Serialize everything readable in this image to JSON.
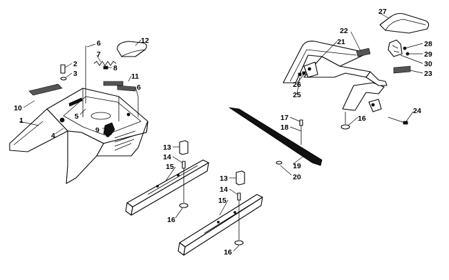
{
  "callouts": [
    {
      "id": "c1",
      "text": "1"
    },
    {
      "id": "c2",
      "text": "2"
    },
    {
      "id": "c3",
      "text": "3"
    },
    {
      "id": "c4",
      "text": "4"
    },
    {
      "id": "c5",
      "text": "5"
    },
    {
      "id": "c6a",
      "text": "6"
    },
    {
      "id": "c6b",
      "text": "6"
    },
    {
      "id": "c7",
      "text": "7"
    },
    {
      "id": "c8",
      "text": "8"
    },
    {
      "id": "c9",
      "text": "9"
    },
    {
      "id": "c10",
      "text": "10"
    },
    {
      "id": "c11",
      "text": "11"
    },
    {
      "id": "c12",
      "text": "12"
    },
    {
      "id": "c13a",
      "text": "13"
    },
    {
      "id": "c13b",
      "text": "13"
    },
    {
      "id": "c14a",
      "text": "14"
    },
    {
      "id": "c14b",
      "text": "14"
    },
    {
      "id": "c15a",
      "text": "15"
    },
    {
      "id": "c15b",
      "text": "15"
    },
    {
      "id": "c16a",
      "text": "16"
    },
    {
      "id": "c16b",
      "text": "16"
    },
    {
      "id": "c16c",
      "text": "16"
    },
    {
      "id": "c17",
      "text": "17"
    },
    {
      "id": "c18",
      "text": "18"
    },
    {
      "id": "c19",
      "text": "19"
    },
    {
      "id": "c20",
      "text": "20"
    },
    {
      "id": "c21",
      "text": "21"
    },
    {
      "id": "c22",
      "text": "22"
    },
    {
      "id": "c23",
      "text": "23"
    },
    {
      "id": "c24",
      "text": "24"
    },
    {
      "id": "c25",
      "text": "25"
    },
    {
      "id": "c26",
      "text": "26"
    },
    {
      "id": "c27",
      "text": "27"
    },
    {
      "id": "c28",
      "text": "28"
    },
    {
      "id": "c29",
      "text": "29"
    },
    {
      "id": "c30",
      "text": "30"
    }
  ]
}
